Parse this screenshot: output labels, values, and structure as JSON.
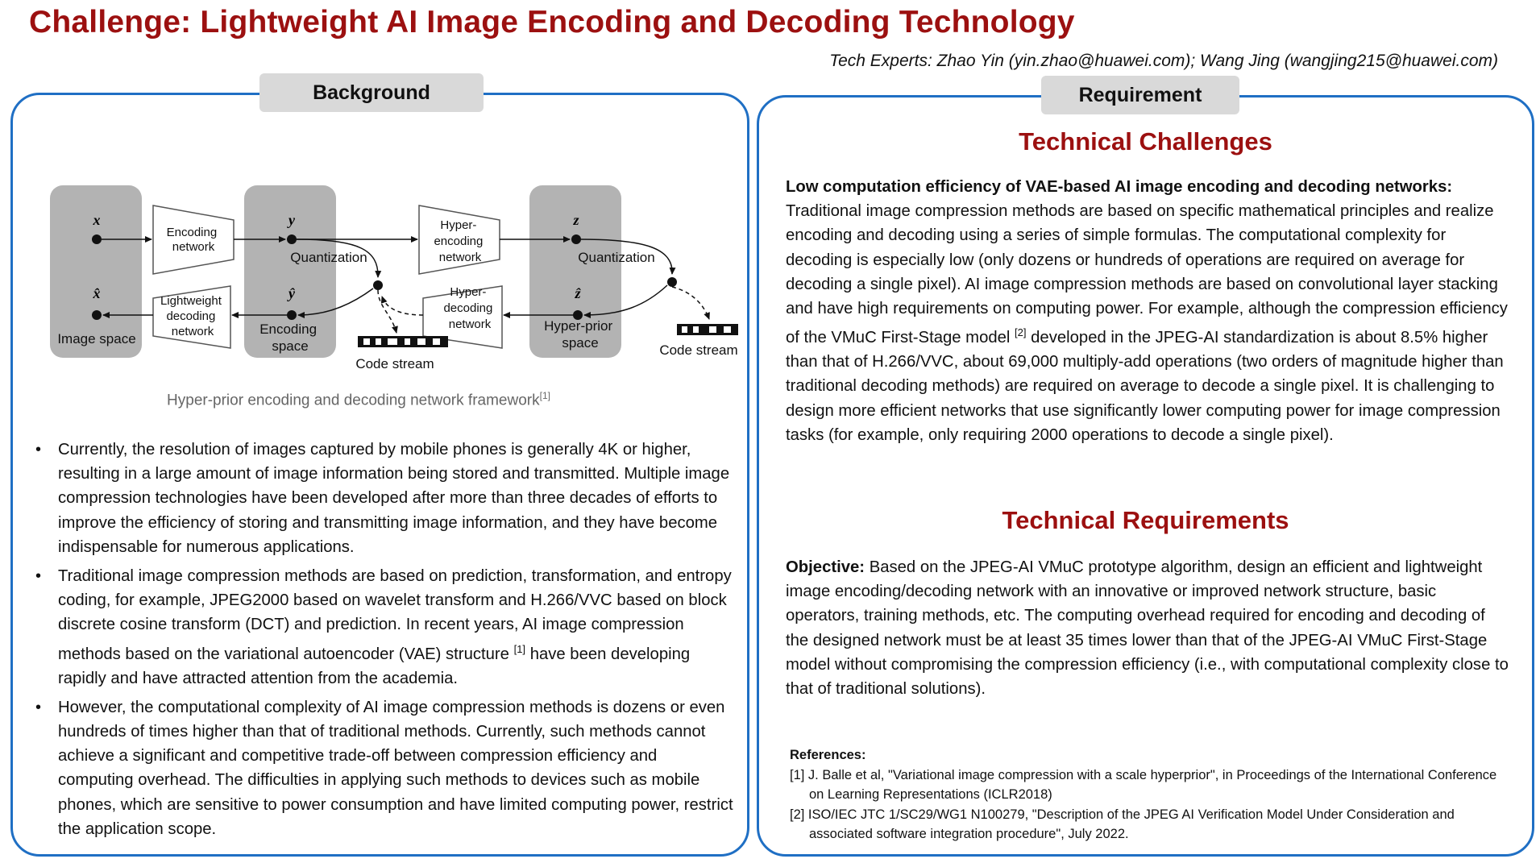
{
  "header": {
    "title": "Challenge: Lightweight AI Image Encoding and Decoding Technology",
    "experts": "Tech Experts: Zhao Yin (yin.zhao@huawei.com); Wang Jing (wangjing215@huawei.com)"
  },
  "background": {
    "label": "Background",
    "diagram": {
      "var_x": "x",
      "var_y": "y",
      "var_z": "z",
      "var_x_hat": "x̂",
      "var_y_hat": "ŷ",
      "var_z_hat": "ẑ",
      "encoding_network": [
        "Encoding",
        "network"
      ],
      "hyper_encoding_network": [
        "Hyper-",
        "encoding",
        "network"
      ],
      "lightweight_decoding_network": [
        "Lightweight",
        "decoding",
        "network"
      ],
      "hyper_decoding_network": [
        "Hyper-",
        "decoding",
        "network"
      ],
      "quantization_1": "Quantization",
      "quantization_2": "Quantization",
      "image_space": "Image space",
      "encoding_space": [
        "Encoding",
        "space"
      ],
      "hyper_prior_space": [
        "Hyper-prior",
        "space"
      ],
      "code_stream_1": "Code stream",
      "code_stream_2": "Code stream"
    },
    "caption": "Hyper-prior encoding and decoding network framework",
    "caption_ref": "[1]",
    "bullets": [
      "Currently, the resolution of images captured by mobile phones is generally 4K or higher, resulting in a large amount of image information being stored and transmitted. Multiple image compression technologies have been developed after more than three decades of efforts to improve the efficiency of storing and transmitting image information, and they have become indispensable for numerous applications.",
      "Traditional image compression methods are based on prediction, transformation, and entropy coding, for example, JPEG2000 based on wavelet transform and H.266/VVC based on block discrete cosine transform (DCT) and prediction. In recent years, AI image compression methods based on the variational autoencoder (VAE) structure ",
      "However, the computational complexity of AI image compression methods is dozens or even hundreds of times higher than that of traditional methods. Currently, such methods cannot achieve a significant and competitive trade-off between compression efficiency and computing overhead. The difficulties in applying such methods to devices such as mobile phones, which are sensitive to power consumption and have limited computing power, restrict the application scope."
    ],
    "bullet2_ref": "[1]",
    "bullet2_tail": "have been developing rapidly and have attracted attention from the academia."
  },
  "requirement": {
    "label": "Requirement",
    "challenges_title": "Technical Challenges",
    "challenges_lead": "Low computation efficiency of VAE-based AI image encoding and decoding networks:",
    "challenges_text_1": " Traditional image compression methods are based on specific mathematical principles and realize encoding and decoding using a series of simple formulas. The computational complexity for decoding is especially low (only dozens or hundreds of operations are required on average for decoding a single pixel). AI image compression methods are based on convolutional layer stacking and have high requirements on computing power. For example, although the compression efficiency of the VMuC First-Stage model ",
    "challenges_ref": "[2]",
    "challenges_text_2": " developed in the JPEG-AI standardization is about 8.5% higher than that of H.266/VVC, about 69,000 multiply-add operations (two orders of magnitude higher than traditional decoding methods) are required on average to decode a single pixel. It is challenging to design more efficient networks that use significantly lower computing power for image compression tasks (for example, only requiring 2000 operations to decode a single pixel).",
    "requirements_title": "Technical Requirements",
    "objective_lead": "Objective:",
    "objective_text": " Based on the JPEG-AI VMuC prototype algorithm, design an efficient and lightweight image encoding/decoding network with an innovative or improved network structure, basic operators, training methods, etc. The computing overhead required for encoding and decoding of the designed network must be at least 35 times lower than that of the JPEG-AI VMuC First-Stage model without compromising the compression efficiency (i.e., with computational complexity close to that of traditional solutions).",
    "references_title": "References:",
    "references": [
      "[1] J. Balle et al, \"Variational image compression with a scale hyperprior\", in Proceedings of the International Conference on Learning Representations (ICLR2018)",
      "[2] ISO/IEC JTC 1/SC29/WG1 N100279, \"Description of the JPEG AI Verification Model Under Consideration and associated software integration procedure\", July 2022."
    ]
  }
}
